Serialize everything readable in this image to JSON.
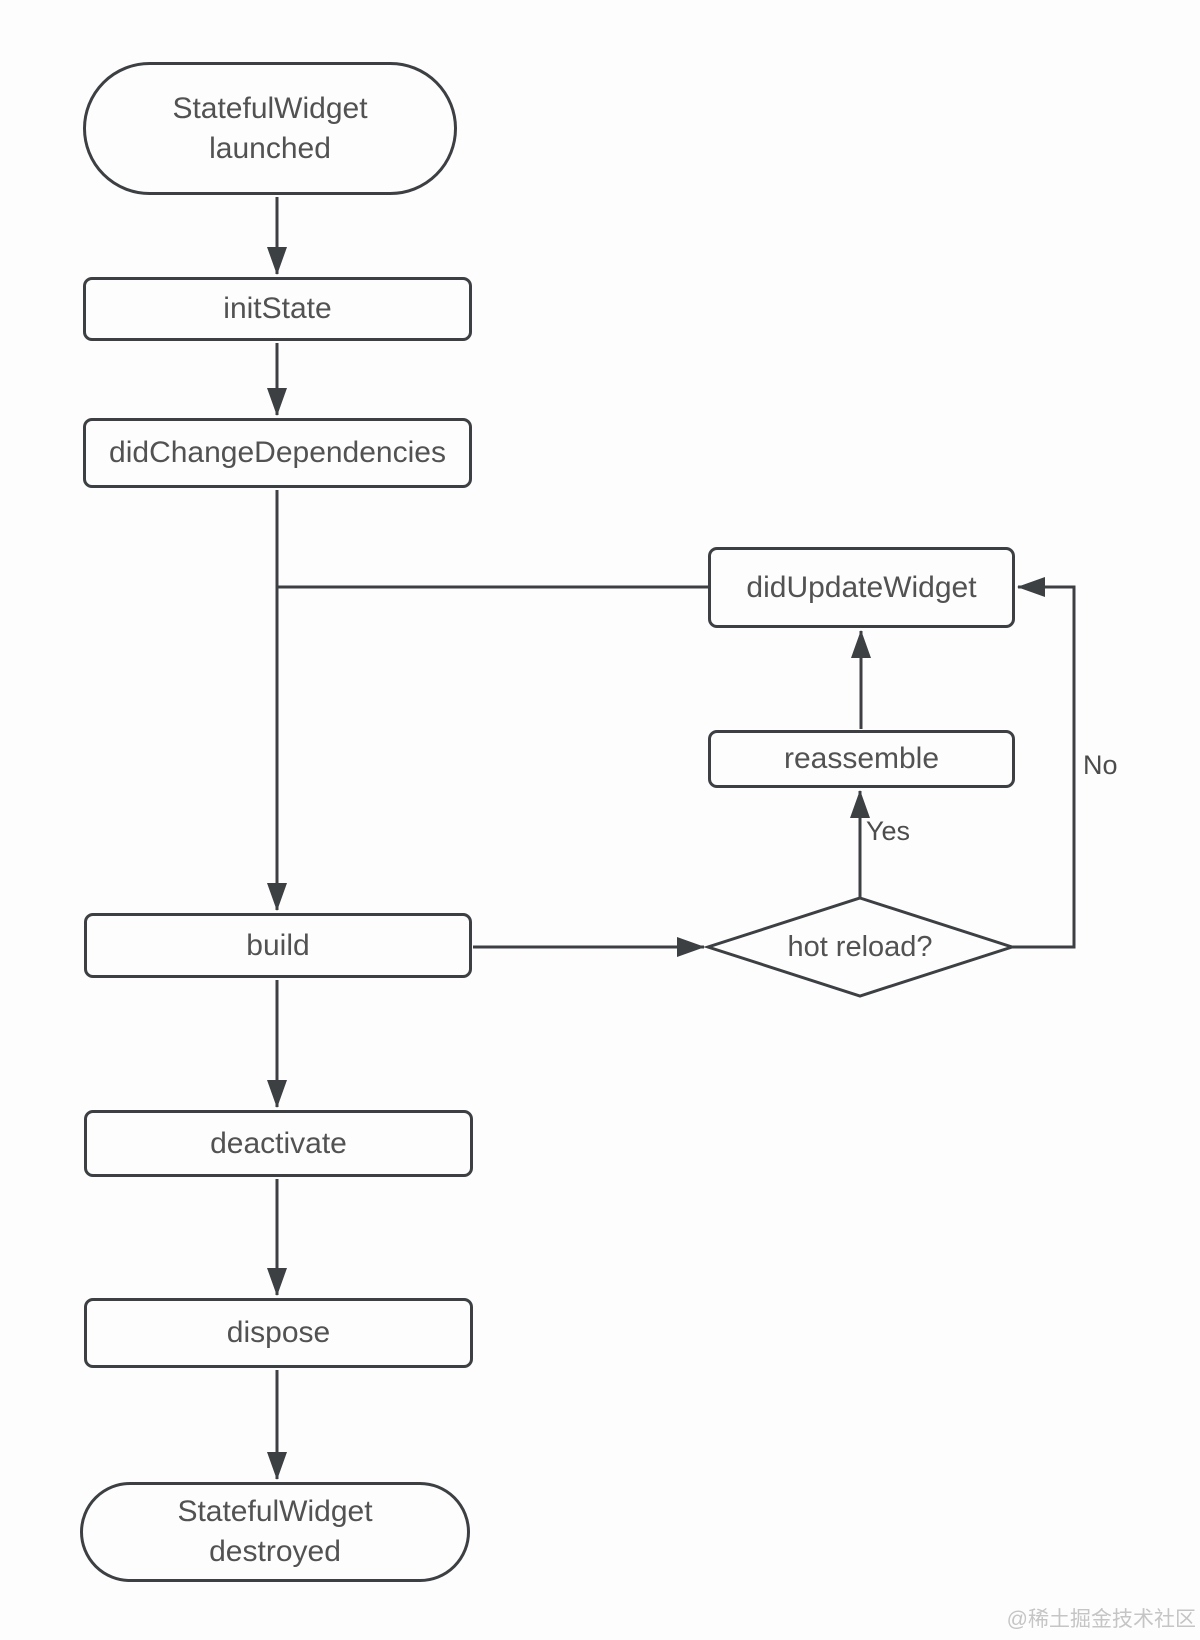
{
  "diagram": {
    "type": "flowchart",
    "subject": "StatefulWidget lifecycle",
    "nodes": {
      "start": {
        "type": "terminator",
        "label": "StatefulWidget launched",
        "line1": "StatefulWidget",
        "line2": "launched"
      },
      "initState": {
        "type": "process",
        "label": "initState"
      },
      "didChangeDependencies": {
        "type": "process",
        "label": "didChangeDependencies"
      },
      "didUpdateWidget": {
        "type": "process",
        "label": "didUpdateWidget"
      },
      "reassemble": {
        "type": "process",
        "label": "reassemble"
      },
      "hotReload": {
        "type": "decision",
        "label": "hot reload?"
      },
      "build": {
        "type": "process",
        "label": "build"
      },
      "deactivate": {
        "type": "process",
        "label": "deactivate"
      },
      "dispose": {
        "type": "process",
        "label": "dispose"
      },
      "end": {
        "type": "terminator",
        "label": "StatefulWidget destroyed",
        "line1": "StatefulWidget",
        "line2": "destroyed"
      }
    },
    "edges": [
      {
        "from": "start",
        "to": "initState"
      },
      {
        "from": "initState",
        "to": "didChangeDependencies"
      },
      {
        "from": "didChangeDependencies",
        "to": "build"
      },
      {
        "from": "didUpdateWidget",
        "to": "build"
      },
      {
        "from": "build",
        "to": "hotReload"
      },
      {
        "from": "hotReload",
        "to": "reassemble",
        "label": "Yes"
      },
      {
        "from": "reassemble",
        "to": "didUpdateWidget"
      },
      {
        "from": "hotReload",
        "to": "didUpdateWidget",
        "label": "No"
      },
      {
        "from": "build",
        "to": "deactivate"
      },
      {
        "from": "deactivate",
        "to": "dispose"
      },
      {
        "from": "dispose",
        "to": "end"
      }
    ],
    "colors": {
      "stroke": "#3d4043",
      "text": "#525252",
      "background": "#fdfdfd",
      "watermark": "#c5c5c5"
    }
  },
  "watermark": {
    "text": "@稀土掘金技术社区"
  }
}
